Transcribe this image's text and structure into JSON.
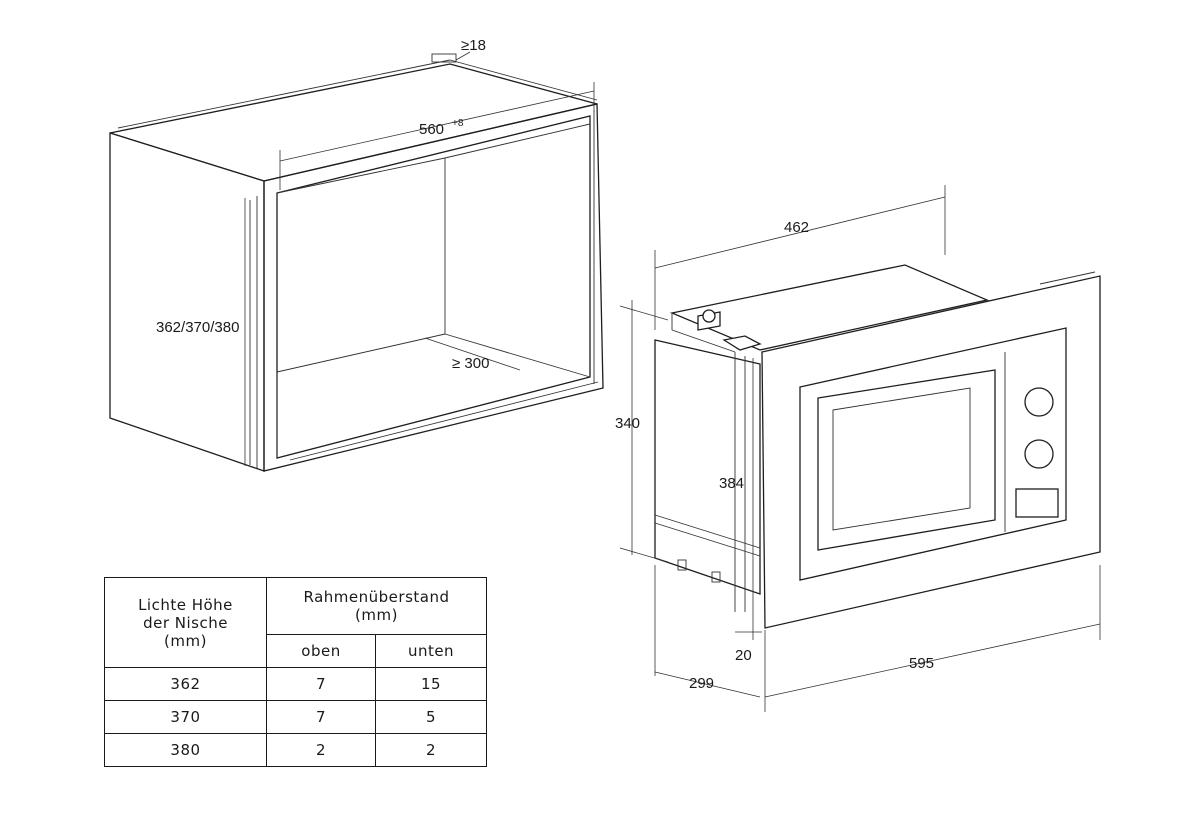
{
  "niche": {
    "width_label": "560",
    "width_tolerance": "+8",
    "depth_label": "≥ 300",
    "height_label": "362/370/380",
    "panel_thickness_label": "≥18"
  },
  "appliance": {
    "body_width_label": "462",
    "body_height_label": "340",
    "frame_height_label": "384",
    "front_offset_label": "20",
    "depth_label": "299",
    "frame_width_label": "595"
  },
  "table": {
    "col1_header": [
      "Lichte Höhe",
      "der Nische",
      "(mm)"
    ],
    "col2_header": [
      "Rahmenüberstand",
      "(mm)"
    ],
    "sub_top": "oben",
    "sub_bottom": "unten",
    "rows": [
      {
        "height": "362",
        "top": "7",
        "bottom": "15"
      },
      {
        "height": "370",
        "top": "7",
        "bottom": "5"
      },
      {
        "height": "380",
        "top": "2",
        "bottom": "2"
      }
    ]
  }
}
